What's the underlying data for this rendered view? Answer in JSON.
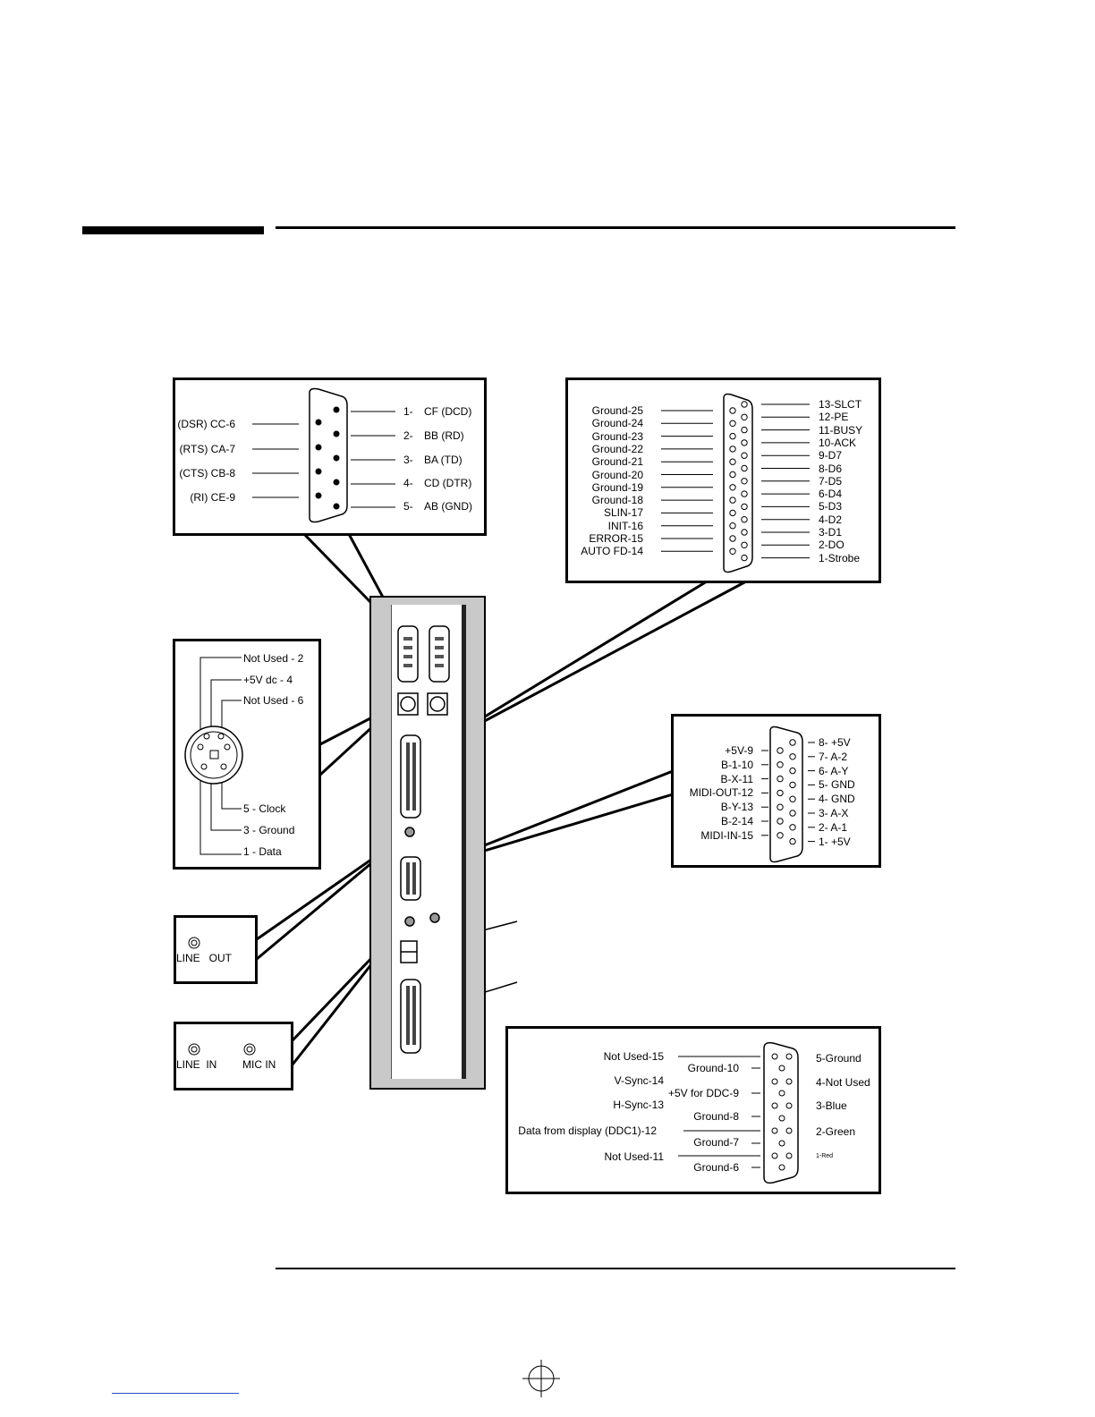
{
  "serial": {
    "left_pins": [
      "(DSR) CC-6",
      "(RTS) CA-7",
      "(CTS) CB-8",
      "(RI) CE-9"
    ],
    "right_pins": [
      {
        "num": "1-",
        "name": "CF (DCD)"
      },
      {
        "num": "2-",
        "name": "BB (RD)"
      },
      {
        "num": "3-",
        "name": "BA (TD)"
      },
      {
        "num": "4-",
        "name": "CD (DTR)"
      },
      {
        "num": "5-",
        "name": "AB (GND)"
      }
    ]
  },
  "parallel": {
    "left_pins": [
      "Ground-25",
      "Ground-24",
      "Ground-23",
      "Ground-22",
      "Ground-21",
      "Ground-20",
      "Ground-19",
      "Ground-18",
      "SLIN-17",
      "INIT-16",
      "ERROR-15",
      "AUTO FD-14"
    ],
    "right_pins": [
      "13-SLCT",
      "12-PE",
      "11-BUSY",
      "10-ACK",
      "9-D7",
      "8-D6",
      "7-D5",
      "6-D4",
      "5-D3",
      "4-D2",
      "3-D1",
      "2-DO",
      "1-Strobe"
    ]
  },
  "ps2": {
    "top_pins": [
      "Not Used - 2",
      "+5V dc - 4",
      "Not Used - 6"
    ],
    "bottom_pins": [
      "5 - Clock",
      "3 - Ground",
      "1 - Data"
    ]
  },
  "game": {
    "left_pins": [
      "+5V-9",
      "B-1-10",
      "B-X-11",
      "MIDI-OUT-12",
      "B-Y-13",
      "B-2-14",
      "MIDI-IN-15"
    ],
    "right_pins": [
      "8- +5V",
      "7- A-2",
      "6- A-Y",
      "5- GND",
      "4- GND",
      "3- A-X",
      "2- A-1",
      "1- +5V"
    ]
  },
  "audio_out": {
    "line_out_label": "LINE   OUT"
  },
  "audio_in": {
    "line_in_label": "LINE  IN",
    "mic_in_label": "MIC IN"
  },
  "vga": {
    "outer_left": [
      "Not Used-15",
      "V-Sync-14",
      "H-Sync-13",
      "Data from display (DDC1)-12",
      "Not Used-11"
    ],
    "inner_left": [
      "Ground-10",
      "+5V for DDC-9",
      "Ground-8",
      "Ground-7",
      "Ground-6"
    ],
    "right_pins": [
      "5-Ground",
      "4-Not Used",
      "3-Blue",
      "2-Green",
      "1-Red"
    ]
  }
}
